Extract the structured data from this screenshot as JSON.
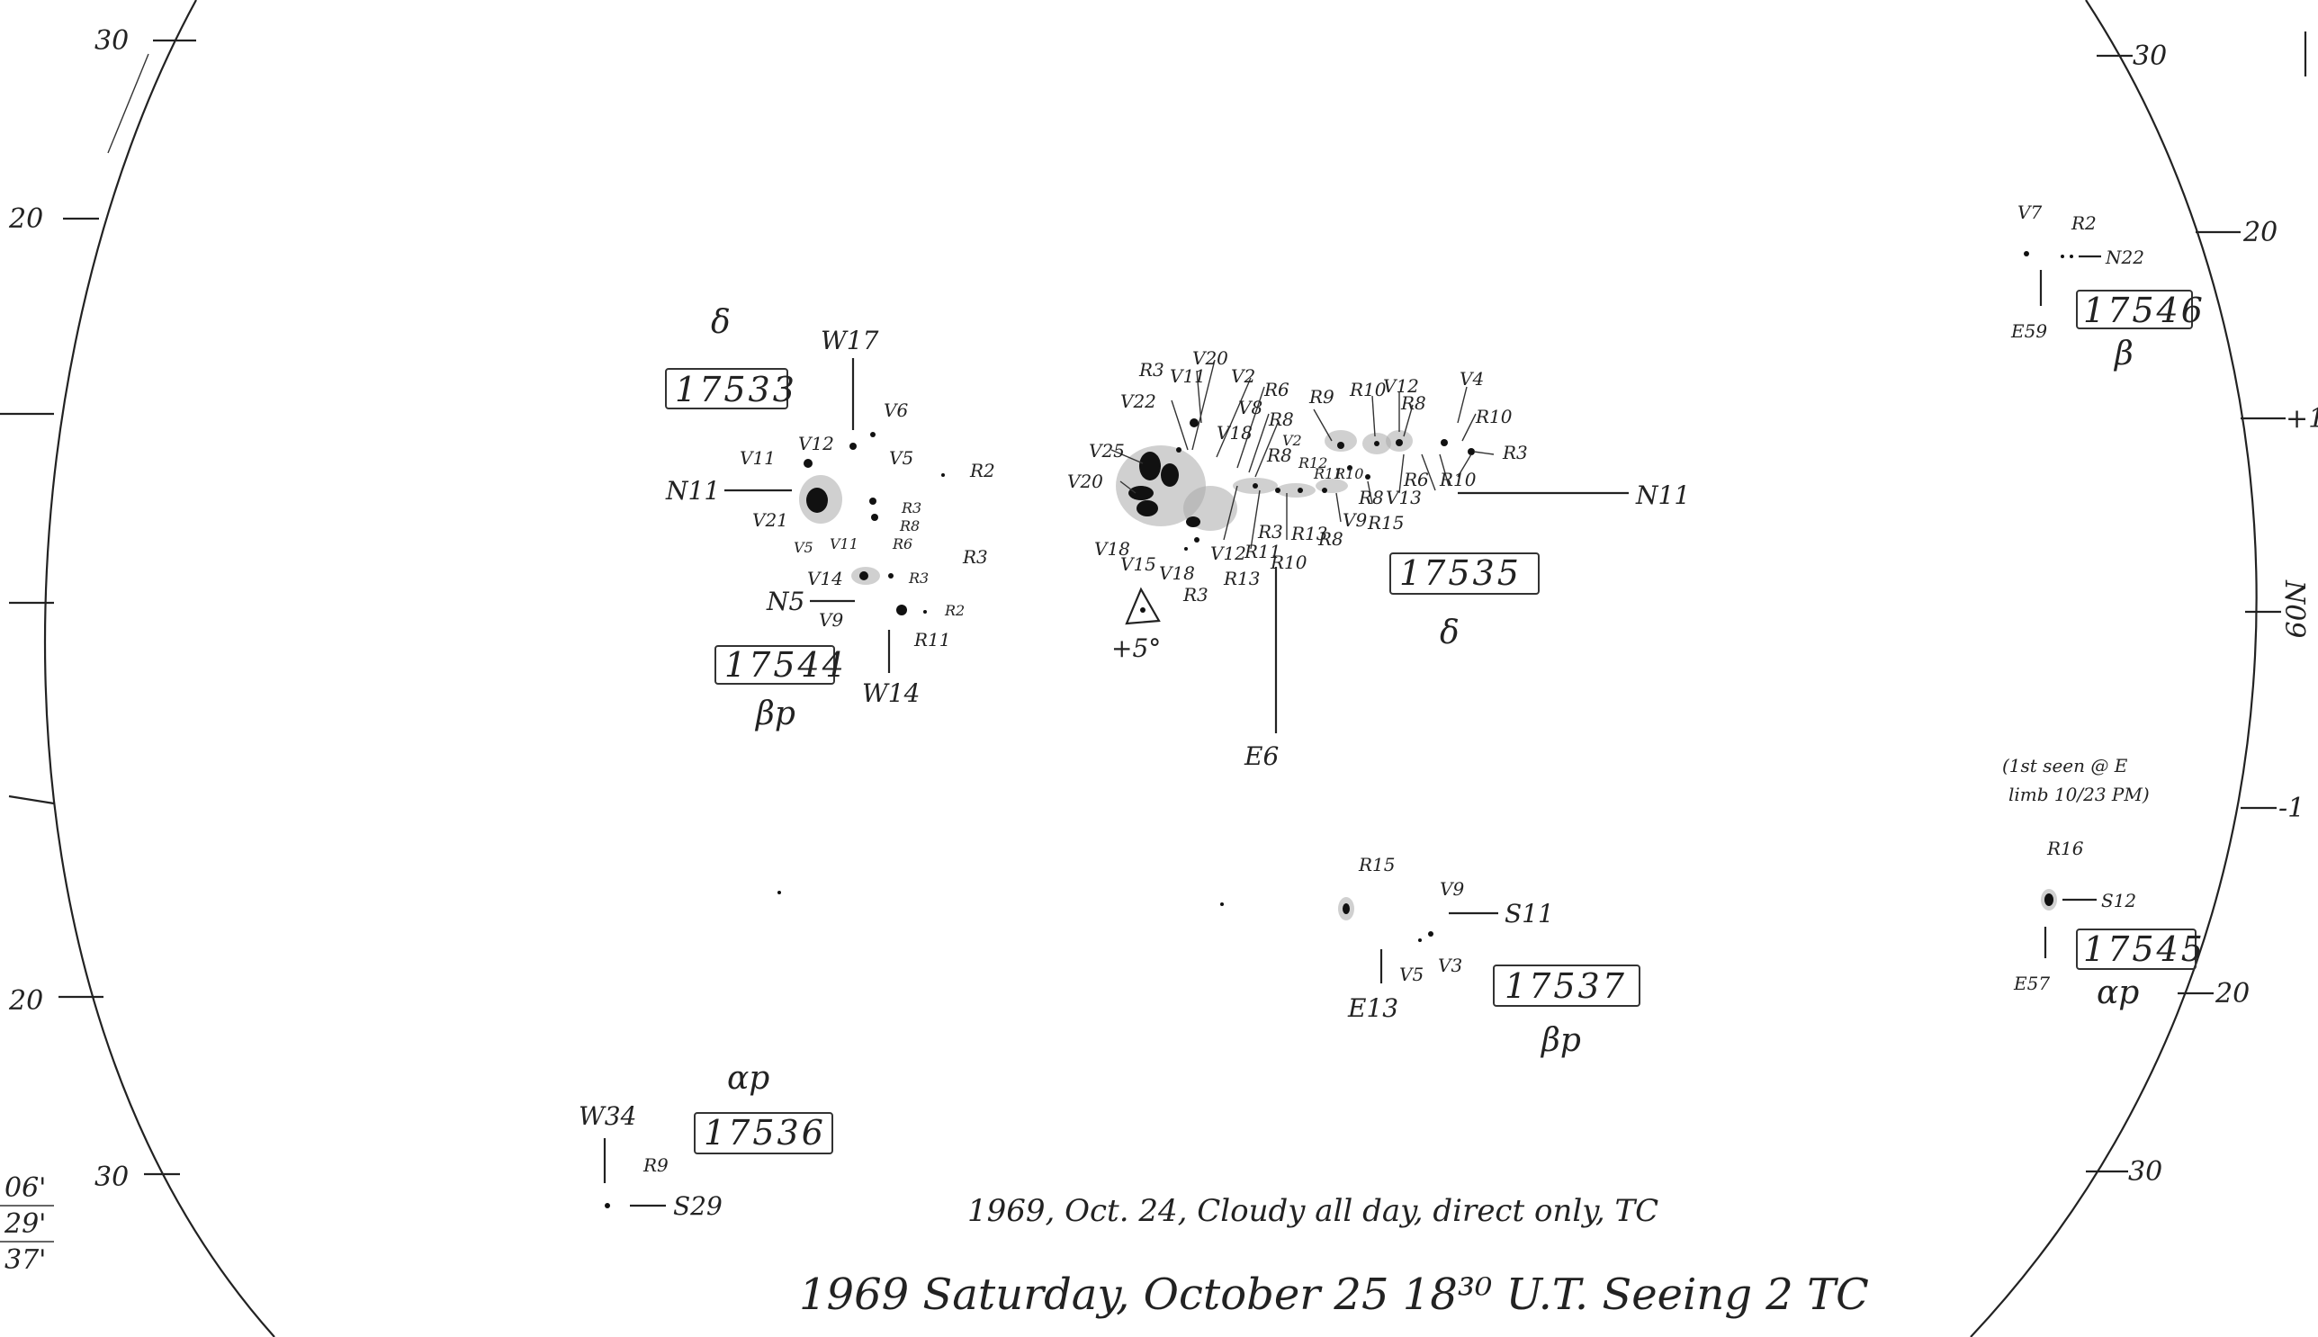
{
  "limb_ticks": {
    "left": [
      "30",
      "20",
      "",
      "",
      "",
      "20",
      "30"
    ],
    "right": [
      "30",
      "20",
      "+1",
      "",
      "-1",
      "20",
      "30"
    ]
  },
  "side_notes": {
    "left_bottom": [
      "06'",
      "29'",
      "37'"
    ],
    "right_rotated": "N09"
  },
  "regions": {
    "r17533": {
      "number": "17533",
      "class": "δ",
      "hemisphere": "N11",
      "longitude": "W17"
    },
    "r17544": {
      "number": "17544",
      "class": "βp",
      "hemisphere": "N5",
      "longitude": "W14"
    },
    "r17535": {
      "number": "17535",
      "class": "δ",
      "hemisphere": "N11",
      "longitude": "E6"
    },
    "r17546": {
      "number": "17546",
      "class": "β",
      "hemisphere": "N22",
      "longitude": "E59"
    },
    "r17545": {
      "number": "17545",
      "class": "αp",
      "hemisphere": "S12",
      "longitude": "E57"
    },
    "r17537": {
      "number": "17537",
      "class": "βp",
      "hemisphere": "S11",
      "longitude": "E13"
    },
    "r17536": {
      "number": "17536",
      "class": "αp",
      "hemisphere": "S29",
      "longitude": "W34"
    }
  },
  "spot_labels": {
    "r17533": [
      "V12",
      "V6",
      "V11",
      "V5",
      "R2",
      "R3",
      "R8",
      "R6",
      "V21",
      "V5",
      "V11"
    ],
    "r17544": [
      "V14",
      "R3",
      "R3",
      "V9",
      "R2",
      "R11"
    ],
    "r17535_left": [
      "R3",
      "V11",
      "V20",
      "V22",
      "V2",
      "R6",
      "V8",
      "R8",
      "V25",
      "V18",
      "V2",
      "R8",
      "V20",
      "R12",
      "V18",
      "V15",
      "V12",
      "R11",
      "R3",
      "R13",
      "R10",
      "V18",
      "R3",
      "R13"
    ],
    "r17535_right": [
      "R9",
      "R10",
      "V12",
      "R8",
      "V4",
      "R10",
      "R3",
      "R11",
      "R10",
      "R6",
      "V13",
      "R8",
      "V9",
      "R15",
      "R8",
      "R10"
    ],
    "r17546": [
      "V7",
      "R2"
    ],
    "r17545": [
      "R16"
    ],
    "r17537": [
      "R15",
      "V9",
      "V5",
      "V3"
    ],
    "r17536": [
      "R9"
    ]
  },
  "annotations": {
    "rotation": "+5°",
    "first_seen": [
      "(1st seen @ E",
      "limb 10/23 PM)"
    ],
    "note_line": "1969, Oct. 24, Cloudy all day, direct only, TC",
    "date_line": "1969  Saturday, October 25    18³⁰  U.T.  Seeing 2  TC"
  }
}
